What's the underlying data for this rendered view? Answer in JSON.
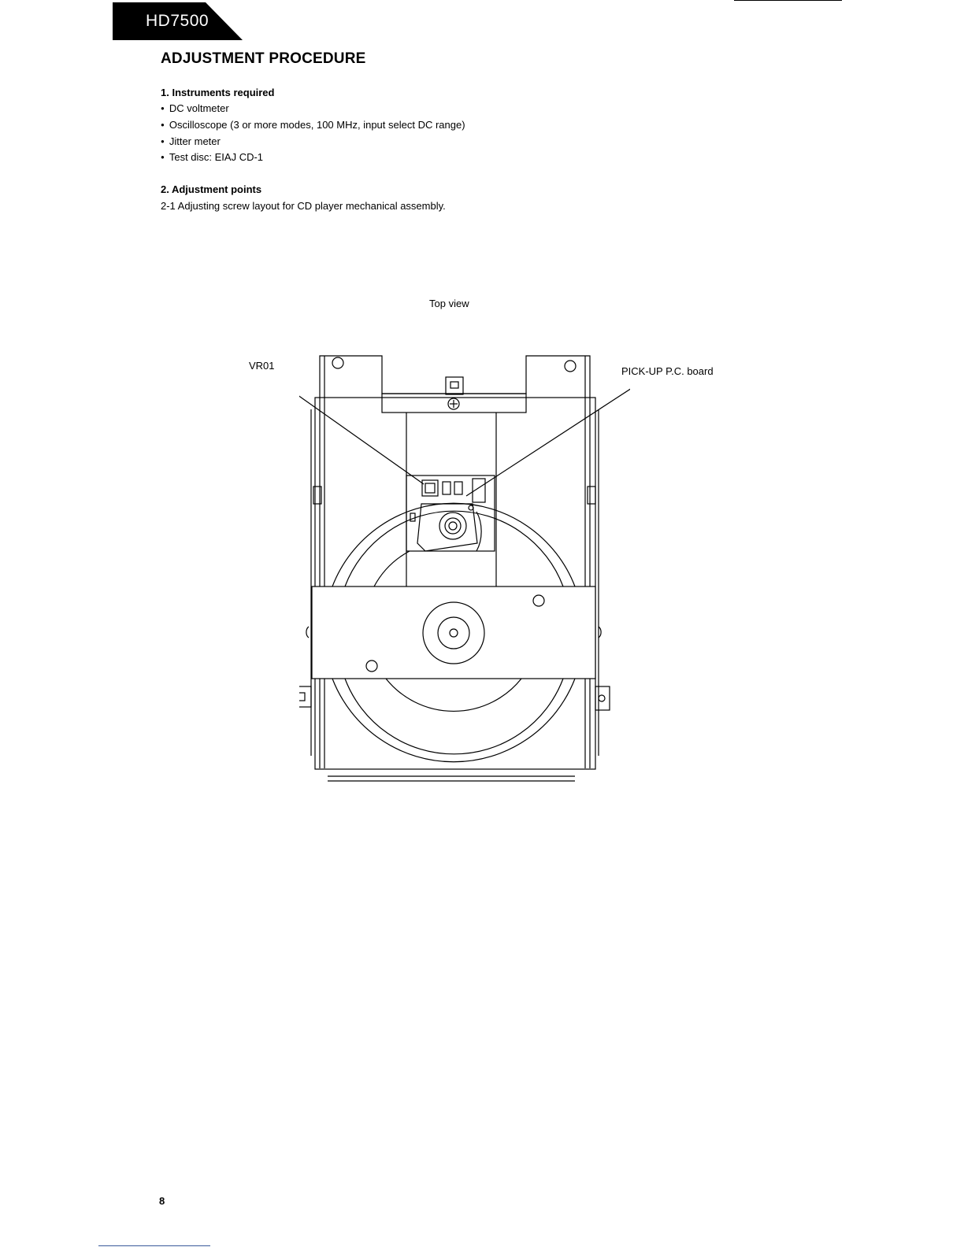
{
  "header": {
    "model": "HD7500"
  },
  "section": {
    "title": "ADJUSTMENT PROCEDURE"
  },
  "instruments": {
    "heading": "1.  Instruments required",
    "items": [
      "DC voltmeter",
      "Oscilloscope (3 or more modes, 100 MHz, input select DC range)",
      "Jitter meter",
      "Test disc: EIAJ CD-1"
    ]
  },
  "adjustment_points": {
    "heading": "2.  Adjustment points",
    "subitem": "2-1 Adjusting screw layout for CD player mechanical assembly."
  },
  "figure": {
    "view_label": "Top view",
    "label_vr01": "VR01",
    "label_pickup": "PICK-UP P.C. board"
  },
  "footer": {
    "page_number": "8"
  }
}
